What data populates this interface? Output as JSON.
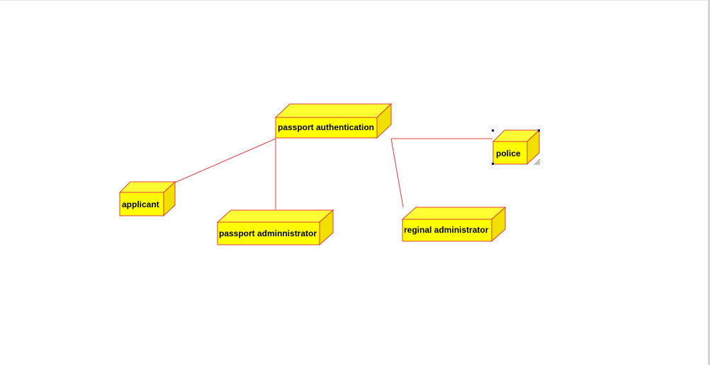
{
  "colors": {
    "node_fill": "#ffff00",
    "node_side": "#f0e000",
    "node_top": "#ffff33",
    "node_stroke": "#e03c3c",
    "link": "#e03c3c",
    "handle": "#000080",
    "background": "#ffffff"
  },
  "diagram": {
    "nodes": {
      "passport_authentication": {
        "label": "passport authentication"
      },
      "police": {
        "label": "police"
      },
      "applicant": {
        "label": "applicant"
      },
      "passport_administrator": {
        "label": "passport adminnistrator"
      },
      "regional_administrator": {
        "label": "reginal administrator"
      }
    },
    "links": [
      {
        "from": "passport_authentication",
        "to": "applicant"
      },
      {
        "from": "passport_authentication",
        "to": "passport_administrator"
      },
      {
        "from": "passport_authentication",
        "to": "police"
      },
      {
        "from": "passport_authentication",
        "to": "regional_administrator"
      }
    ],
    "selected_node": "police"
  }
}
